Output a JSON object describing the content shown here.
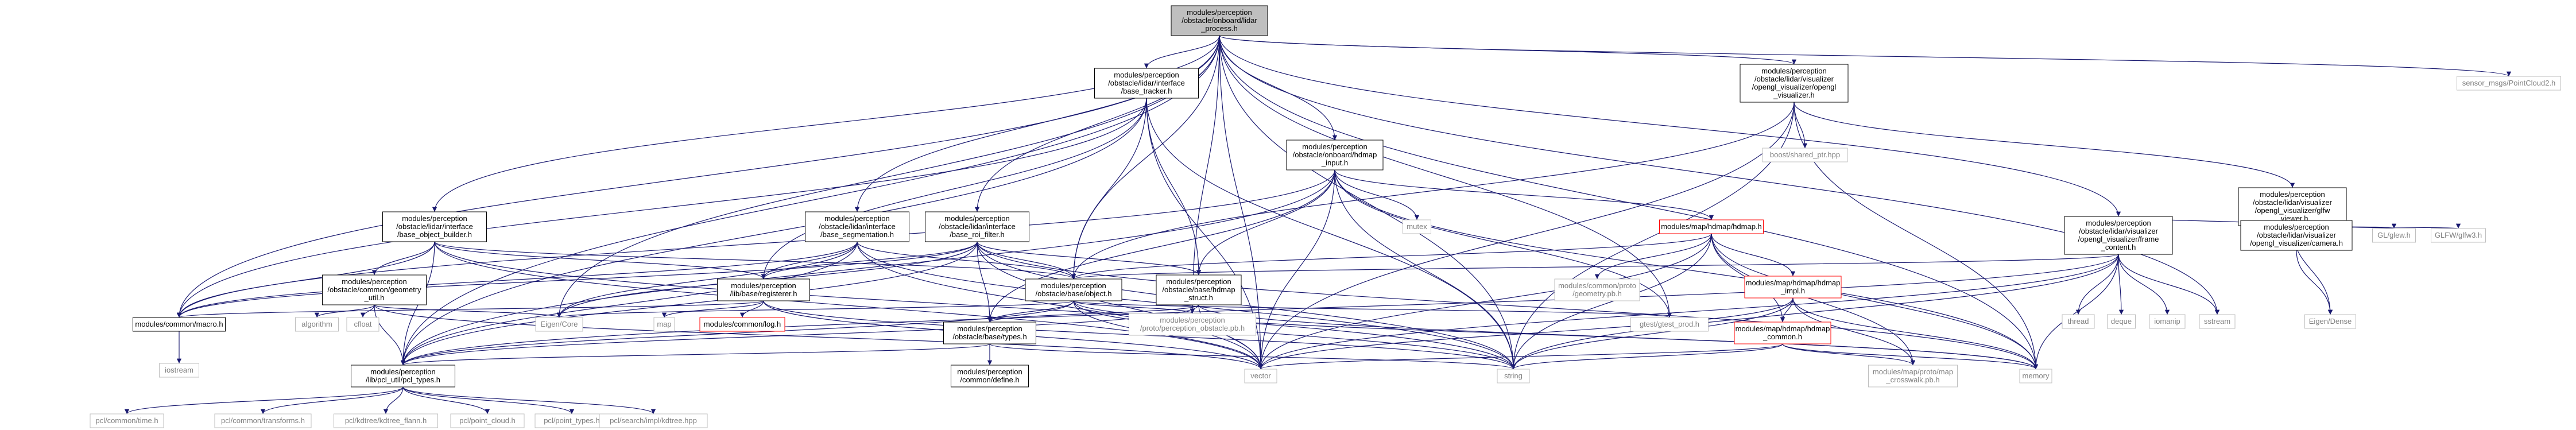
{
  "nodes": [
    {
      "id": "root",
      "lines": [
        "modules/perception",
        "/obstacle/onboard/lidar",
        "_process.h"
      ],
      "style": "root"
    },
    {
      "id": "base_tracker",
      "lines": [
        "modules/perception",
        "/obstacle/lidar/interface",
        "/base_tracker.h"
      ],
      "style": "normal"
    },
    {
      "id": "opengl_visualizer",
      "lines": [
        "modules/perception",
        "/obstacle/lidar/visualizer",
        "/opengl_visualizer/opengl",
        "_visualizer.h"
      ],
      "style": "normal"
    },
    {
      "id": "sensor_msgs",
      "lines": [
        "sensor_msgs/PointCloud2.h"
      ],
      "style": "gray"
    },
    {
      "id": "hdmap_input",
      "lines": [
        "modules/perception",
        "/obstacle/onboard/hdmap",
        "_input.h"
      ],
      "style": "normal"
    },
    {
      "id": "boost_shared_ptr",
      "lines": [
        "boost/shared_ptr.hpp"
      ],
      "style": "gray"
    },
    {
      "id": "glfw_viewer",
      "lines": [
        "modules/perception",
        "/obstacle/lidar/visualizer",
        "/opengl_visualizer/glfw",
        "_viewer.h"
      ],
      "style": "normal"
    },
    {
      "id": "base_object_builder",
      "lines": [
        "modules/perception",
        "/obstacle/lidar/interface",
        "/base_object_builder.h"
      ],
      "style": "normal"
    },
    {
      "id": "base_segmentation",
      "lines": [
        "modules/perception",
        "/obstacle/lidar/interface",
        "/base_segmentation.h"
      ],
      "style": "normal"
    },
    {
      "id": "base_roi_filter",
      "lines": [
        "modules/perception",
        "/obstacle/lidar/interface",
        "/base_roi_filter.h"
      ],
      "style": "normal"
    },
    {
      "id": "mutex",
      "lines": [
        "mutex"
      ],
      "style": "gray"
    },
    {
      "id": "map_hdmap",
      "lines": [
        "modules/map/hdmap/hdmap.h"
      ],
      "style": "red"
    },
    {
      "id": "frame_content",
      "lines": [
        "modules/perception",
        "/obstacle/lidar/visualizer",
        "/opengl_visualizer/frame",
        "_content.h"
      ],
      "style": "normal"
    },
    {
      "id": "camera",
      "lines": [
        "modules/perception",
        "/obstacle/lidar/visualizer",
        "/opengl_visualizer/camera.h"
      ],
      "style": "normal"
    },
    {
      "id": "gl_glew",
      "lines": [
        "GL/glew.h"
      ],
      "style": "gray"
    },
    {
      "id": "glfw3",
      "lines": [
        "GLFW/glfw3.h"
      ],
      "style": "gray"
    },
    {
      "id": "geometry_util",
      "lines": [
        "modules/perception",
        "/obstacle/common/geometry",
        "_util.h"
      ],
      "style": "normal"
    },
    {
      "id": "registerer",
      "lines": [
        "modules/perception",
        "/lib/base/registerer.h"
      ],
      "style": "normal"
    },
    {
      "id": "base_object",
      "lines": [
        "modules/perception",
        "/obstacle/base/object.h"
      ],
      "style": "normal"
    },
    {
      "id": "hdmap_struct",
      "lines": [
        "modules/perception",
        "/obstacle/base/hdmap",
        "_struct.h"
      ],
      "style": "normal"
    },
    {
      "id": "geometry_pb",
      "lines": [
        "modules/common/proto",
        "/geometry.pb.h"
      ],
      "style": "gray"
    },
    {
      "id": "hdmap_impl",
      "lines": [
        "modules/map/hdmap/hdmap",
        "_impl.h"
      ],
      "style": "red"
    },
    {
      "id": "thread",
      "lines": [
        "thread"
      ],
      "style": "gray"
    },
    {
      "id": "deque",
      "lines": [
        "deque"
      ],
      "style": "gray"
    },
    {
      "id": "iomanip",
      "lines": [
        "iomanip"
      ],
      "style": "gray"
    },
    {
      "id": "sstream",
      "lines": [
        "sstream"
      ],
      "style": "gray"
    },
    {
      "id": "eigen_dense",
      "lines": [
        "Eigen/Dense"
      ],
      "style": "gray"
    },
    {
      "id": "macro",
      "lines": [
        "modules/common/macro.h"
      ],
      "style": "normal"
    },
    {
      "id": "algorithm",
      "lines": [
        "algorithm"
      ],
      "style": "gray"
    },
    {
      "id": "cfloat",
      "lines": [
        "cfloat"
      ],
      "style": "gray"
    },
    {
      "id": "eigen_core",
      "lines": [
        "Eigen/Core"
      ],
      "style": "gray"
    },
    {
      "id": "map",
      "lines": [
        "map"
      ],
      "style": "gray"
    },
    {
      "id": "log",
      "lines": [
        "modules/common/log.h"
      ],
      "style": "red"
    },
    {
      "id": "base_types",
      "lines": [
        "modules/perception",
        "/obstacle/base/types.h"
      ],
      "style": "normal"
    },
    {
      "id": "obstacle_pb",
      "lines": [
        "modules/perception",
        "/proto/perception_obstacle.pb.h"
      ],
      "style": "gray"
    },
    {
      "id": "hdmap_common",
      "lines": [
        "modules/map/hdmap/hdmap",
        "_common.h"
      ],
      "style": "red"
    },
    {
      "id": "gtest_prod",
      "lines": [
        "gtest/gtest_prod.h"
      ],
      "style": "gray"
    },
    {
      "id": "iostream",
      "lines": [
        "iostream"
      ],
      "style": "gray"
    },
    {
      "id": "pcl_types",
      "lines": [
        "modules/perception",
        "/lib/pcl_util/pcl_types.h"
      ],
      "style": "normal"
    },
    {
      "id": "vector",
      "lines": [
        "vector"
      ],
      "style": "gray"
    },
    {
      "id": "string",
      "lines": [
        "string"
      ],
      "style": "gray"
    },
    {
      "id": "memory",
      "lines": [
        "memory"
      ],
      "style": "gray"
    },
    {
      "id": "define",
      "lines": [
        "modules/perception",
        "/common/define.h"
      ],
      "style": "normal"
    },
    {
      "id": "crosswalk_pb",
      "lines": [
        "modules/map/proto/map",
        "_crosswalk.pb.h"
      ],
      "style": "gray"
    },
    {
      "id": "pcl_time",
      "lines": [
        "pcl/common/time.h"
      ],
      "style": "gray"
    },
    {
      "id": "pcl_transforms",
      "lines": [
        "pcl/common/transforms.h"
      ],
      "style": "gray"
    },
    {
      "id": "pcl_kdtree",
      "lines": [
        "pcl/kdtree/kdtree_flann.h"
      ],
      "style": "gray"
    },
    {
      "id": "pcl_point_cloud",
      "lines": [
        "pcl/point_cloud.h"
      ],
      "style": "gray"
    },
    {
      "id": "pcl_point_types",
      "lines": [
        "pcl/point_types.h"
      ],
      "style": "gray"
    },
    {
      "id": "pcl_octree",
      "lines": [
        "pcl/search/impl/kdtree.hpp"
      ],
      "style": "gray"
    }
  ],
  "edges": [
    [
      "root",
      "base_tracker"
    ],
    [
      "root",
      "opengl_visualizer"
    ],
    [
      "root",
      "sensor_msgs"
    ],
    [
      "root",
      "hdmap_input"
    ],
    [
      "root",
      "base_object_builder"
    ],
    [
      "root",
      "base_segmentation"
    ],
    [
      "root",
      "base_roi_filter"
    ],
    [
      "root",
      "frame_content"
    ],
    [
      "root",
      "base_object"
    ],
    [
      "root",
      "pcl_types"
    ],
    [
      "root",
      "vector"
    ],
    [
      "root",
      "string"
    ],
    [
      "root",
      "memory"
    ],
    [
      "root",
      "gtest_prod"
    ],
    [
      "root",
      "macro"
    ],
    [
      "root",
      "eigen_core"
    ],
    [
      "root",
      "obstacle_pb"
    ],
    [
      "root",
      "sstream"
    ],
    [
      "base_tracker",
      "base_object"
    ],
    [
      "base_tracker",
      "registerer"
    ],
    [
      "base_tracker",
      "hdmap_struct"
    ],
    [
      "base_tracker",
      "macro"
    ],
    [
      "base_tracker",
      "vector"
    ],
    [
      "base_tracker",
      "string"
    ],
    [
      "base_tracker",
      "pcl_types"
    ],
    [
      "opengl_visualizer",
      "glfw_viewer"
    ],
    [
      "opengl_visualizer",
      "boost_shared_ptr"
    ],
    [
      "opengl_visualizer",
      "string"
    ],
    [
      "opengl_visualizer",
      "vector"
    ],
    [
      "opengl_visualizer",
      "base_object"
    ],
    [
      "opengl_visualizer",
      "memory"
    ],
    [
      "hdmap_input",
      "map_hdmap"
    ],
    [
      "hdmap_input",
      "hdmap_struct"
    ],
    [
      "hdmap_input",
      "mutex"
    ],
    [
      "hdmap_input",
      "macro"
    ],
    [
      "hdmap_input",
      "memory"
    ],
    [
      "hdmap_input",
      "string"
    ],
    [
      "hdmap_input",
      "vector"
    ],
    [
      "hdmap_input",
      "pcl_types"
    ],
    [
      "hdmap_input",
      "gtest_prod"
    ],
    [
      "hdmap_input",
      "base_types"
    ],
    [
      "glfw_viewer",
      "frame_content"
    ],
    [
      "glfw_viewer",
      "camera"
    ],
    [
      "glfw_viewer",
      "gl_glew"
    ],
    [
      "glfw_viewer",
      "glfw3"
    ],
    [
      "glfw_viewer",
      "eigen_dense"
    ],
    [
      "camera",
      "eigen_dense"
    ],
    [
      "base_object_builder",
      "base_object"
    ],
    [
      "base_object_builder",
      "geometry_util"
    ],
    [
      "base_object_builder",
      "registerer"
    ],
    [
      "base_object_builder",
      "macro"
    ],
    [
      "base_object_builder",
      "pcl_types"
    ],
    [
      "base_object_builder",
      "vector"
    ],
    [
      "base_object_builder",
      "string"
    ],
    [
      "base_segmentation",
      "base_object"
    ],
    [
      "base_segmentation",
      "registerer"
    ],
    [
      "base_segmentation",
      "macro"
    ],
    [
      "base_segmentation",
      "pcl_types"
    ],
    [
      "base_segmentation",
      "vector"
    ],
    [
      "base_segmentation",
      "string"
    ],
    [
      "base_segmentation",
      "eigen_core"
    ],
    [
      "base_roi_filter",
      "base_object"
    ],
    [
      "base_roi_filter",
      "registerer"
    ],
    [
      "base_roi_filter",
      "hdmap_struct"
    ],
    [
      "base_roi_filter",
      "macro"
    ],
    [
      "base_roi_filter",
      "pcl_types"
    ],
    [
      "base_roi_filter",
      "vector"
    ],
    [
      "base_roi_filter",
      "string"
    ],
    [
      "base_roi_filter",
      "memory"
    ],
    [
      "base_roi_filter",
      "eigen_core"
    ],
    [
      "base_roi_filter",
      "base_types"
    ],
    [
      "map_hdmap",
      "hdmap_impl"
    ],
    [
      "map_hdmap",
      "hdmap_common"
    ],
    [
      "map_hdmap",
      "geometry_pb"
    ],
    [
      "map_hdmap",
      "crosswalk_pb"
    ],
    [
      "map_hdmap",
      "memory"
    ],
    [
      "map_hdmap",
      "string"
    ],
    [
      "map_hdmap",
      "vector"
    ],
    [
      "map_hdmap",
      "base_object"
    ],
    [
      "frame_content",
      "base_object"
    ],
    [
      "frame_content",
      "thread"
    ],
    [
      "frame_content",
      "deque"
    ],
    [
      "frame_content",
      "iomanip"
    ],
    [
      "frame_content",
      "sstream"
    ],
    [
      "frame_content",
      "pcl_types"
    ],
    [
      "frame_content",
      "vector"
    ],
    [
      "frame_content",
      "string"
    ],
    [
      "frame_content",
      "memory"
    ],
    [
      "geometry_util",
      "algorithm"
    ],
    [
      "geometry_util",
      "cfloat"
    ],
    [
      "geometry_util",
      "eigen_core"
    ],
    [
      "geometry_util",
      "pcl_types"
    ],
    [
      "geometry_util",
      "vector"
    ],
    [
      "registerer",
      "macro"
    ],
    [
      "registerer",
      "log"
    ],
    [
      "registerer",
      "map"
    ],
    [
      "registerer",
      "string"
    ],
    [
      "registerer",
      "vector"
    ],
    [
      "base_object",
      "base_types"
    ],
    [
      "base_object",
      "obstacle_pb"
    ],
    [
      "base_object",
      "pcl_types"
    ],
    [
      "base_object",
      "eigen_core"
    ],
    [
      "base_object",
      "memory"
    ],
    [
      "base_object",
      "string"
    ],
    [
      "base_object",
      "vector"
    ],
    [
      "base_object",
      "gtest_prod"
    ],
    [
      "hdmap_struct",
      "base_types"
    ],
    [
      "hdmap_struct",
      "pcl_types"
    ],
    [
      "hdmap_struct",
      "vector"
    ],
    [
      "hdmap_struct",
      "memory"
    ],
    [
      "hdmap_impl",
      "hdmap_common"
    ],
    [
      "hdmap_impl",
      "crosswalk_pb"
    ],
    [
      "hdmap_impl",
      "memory"
    ],
    [
      "hdmap_impl",
      "string"
    ],
    [
      "hdmap_impl",
      "vector"
    ],
    [
      "hdmap_common",
      "crosswalk_pb"
    ],
    [
      "hdmap_common",
      "memory"
    ],
    [
      "hdmap_common",
      "string"
    ],
    [
      "hdmap_common",
      "vector"
    ],
    [
      "macro",
      "iostream"
    ],
    [
      "base_types",
      "define"
    ],
    [
      "base_types",
      "pcl_types"
    ],
    [
      "base_types",
      "string"
    ],
    [
      "pcl_types",
      "pcl_time"
    ],
    [
      "pcl_types",
      "pcl_transforms"
    ],
    [
      "pcl_types",
      "pcl_kdtree"
    ],
    [
      "pcl_types",
      "pcl_point_cloud"
    ],
    [
      "pcl_types",
      "pcl_point_types"
    ],
    [
      "pcl_types",
      "pcl_octree"
    ]
  ]
}
